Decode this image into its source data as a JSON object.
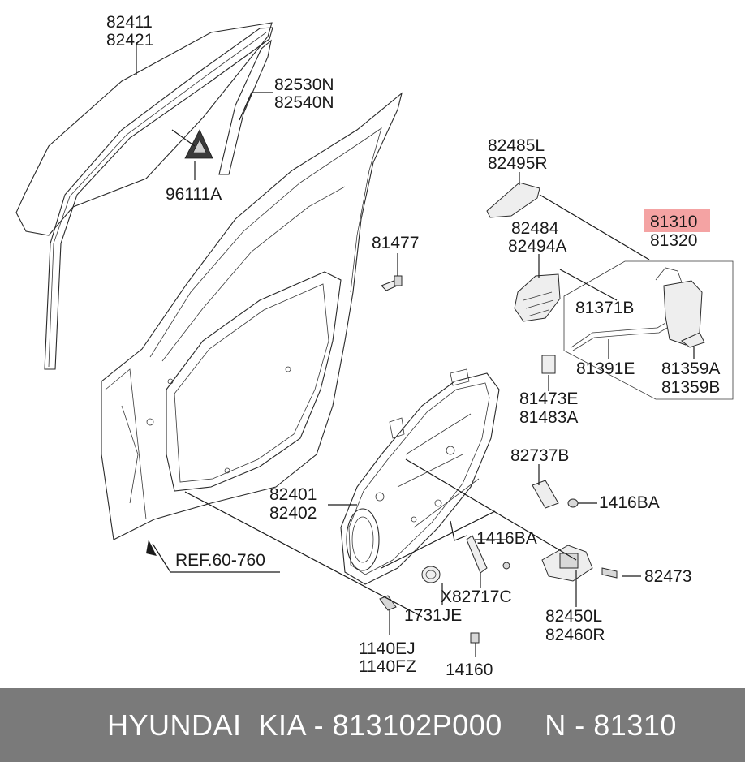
{
  "diagram": {
    "labels": {
      "p82411": "82411",
      "p82421": "82421",
      "p82530N": "82530N",
      "p82540N": "82540N",
      "p96111A": "96111A",
      "p81477": "81477",
      "p82485L": "82485L",
      "p82495R": "82495R",
      "p81310": "81310",
      "p81320": "81320",
      "p82484": "82484",
      "p82494A": "82494A",
      "p81371B": "81371B",
      "p81391E": "81391E",
      "p81359A": "81359A",
      "p81359B": "81359B",
      "p81473E": "81473E",
      "p81483A": "81483A",
      "p82737B": "82737B",
      "p1416BA_a": "1416BA",
      "p1416BA_b": "1416BA",
      "p82401": "82401",
      "p82402": "82402",
      "pX82717C": "X82717C",
      "p82473": "82473",
      "p82450L": "82450L",
      "p82460R": "82460R",
      "p1731JE": "1731JE",
      "p1140EJ": "1140EJ",
      "p1140FZ": "1140FZ",
      "p14160": "14160",
      "ref": "REF.60-760"
    },
    "highlight_part": "81310",
    "highlight_color": "#f4a3a3"
  },
  "footer": {
    "brand": "HYUNDAI  KIA - 813102P000",
    "part_number": "N - 81310",
    "background": "#7a7a7a"
  }
}
